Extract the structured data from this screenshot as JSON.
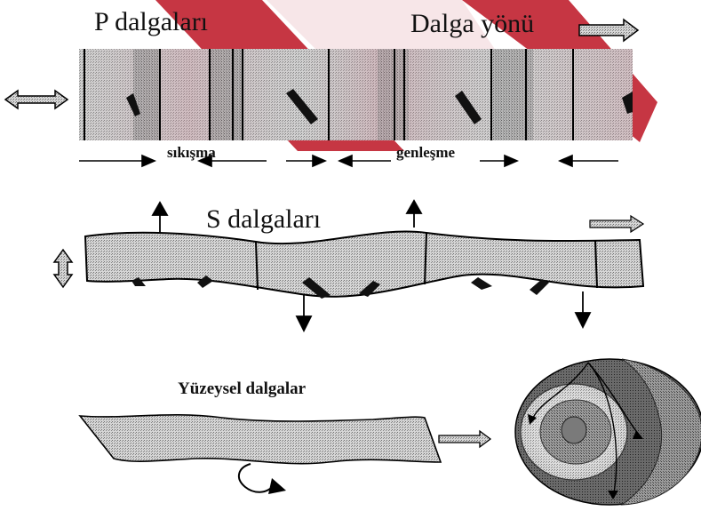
{
  "p_waves": {
    "title": "P dalgaları",
    "direction_label": "Dalga yönü",
    "compression_label": "sıkışma",
    "expansion_label": "genleşme"
  },
  "s_waves": {
    "title": "S dalgaları"
  },
  "surface_waves": {
    "title": "Yüzeysel dalgalar"
  },
  "colors": {
    "background_stripe": "#c0202f",
    "band_fill": "#c9c9c9",
    "arrow_fill": "#b0b0b0",
    "line": "#000000"
  },
  "icons": [
    "double-arrow-horizontal-icon",
    "double-arrow-vertical-icon",
    "direction-arrow-icon",
    "rotation-arrow-icon",
    "earth-cross-section-icon"
  ]
}
